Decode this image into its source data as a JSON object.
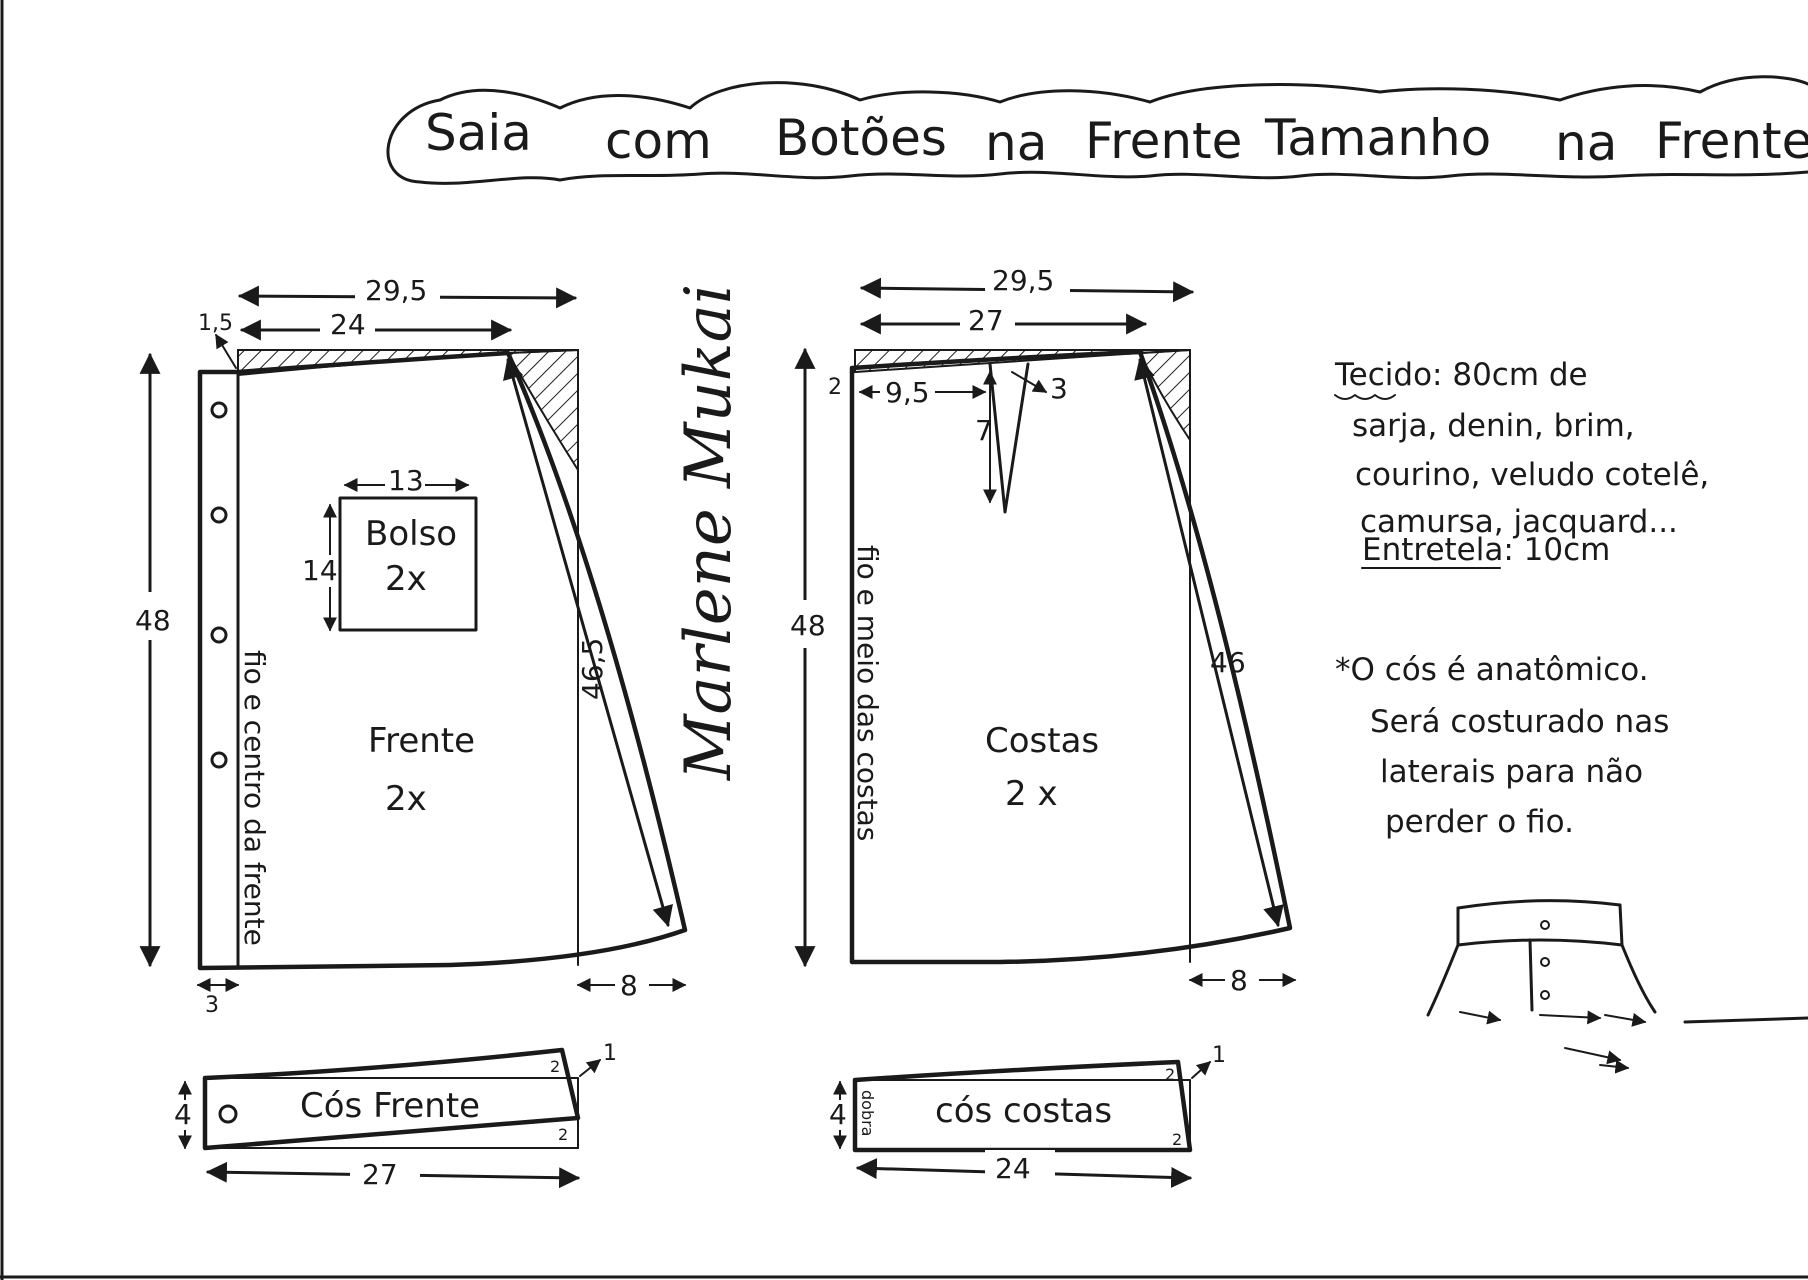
{
  "title": {
    "words": [
      "Saia",
      "com",
      "Botões",
      "na",
      "Frente",
      "Tamanho",
      "na",
      "Frente"
    ]
  },
  "signature": "Marlene Mukai",
  "front_piece": {
    "top_total": "29,5",
    "top_waist": "24",
    "corner_rise": "1,5",
    "height": "48",
    "side_seam": "46,5",
    "placket": "3",
    "hem_flare": "8",
    "grain_text": "fio e centro da frente",
    "label": "Frente",
    "count": "2x",
    "pocket": {
      "label": "Bolso",
      "count": "2x",
      "width": "13",
      "height": "14"
    }
  },
  "back_piece": {
    "top_total": "29,5",
    "top_waist": "27",
    "corner_rise": "2",
    "dart_offset": "9,5",
    "dart_width": "3",
    "dart_length": "7",
    "height": "48",
    "side_seam": "46",
    "hem_flare": "8",
    "grain_text": "fio e meio das costas",
    "label": "Costas",
    "count": "2 x"
  },
  "front_band": {
    "label": "Cós Frente",
    "height": "4",
    "length": "27",
    "end_a": "2",
    "end_b": "2",
    "tip": "1"
  },
  "back_band": {
    "label": "cós costas",
    "fold": "dobra",
    "height": "4",
    "length": "24",
    "end_a": "2",
    "end_b": "2",
    "tip": "1"
  },
  "notes": {
    "fabric_lines": [
      "Tecido: 80cm de",
      "sarja, denin, brim,",
      "courino, veludo cotelê,",
      "camursa, jacquard...",
      "Entretela: 10cm"
    ],
    "band_note_lines": [
      "*O cós é anatômico.",
      "Será costurado nas",
      "laterais para não",
      "perder o fio."
    ]
  }
}
